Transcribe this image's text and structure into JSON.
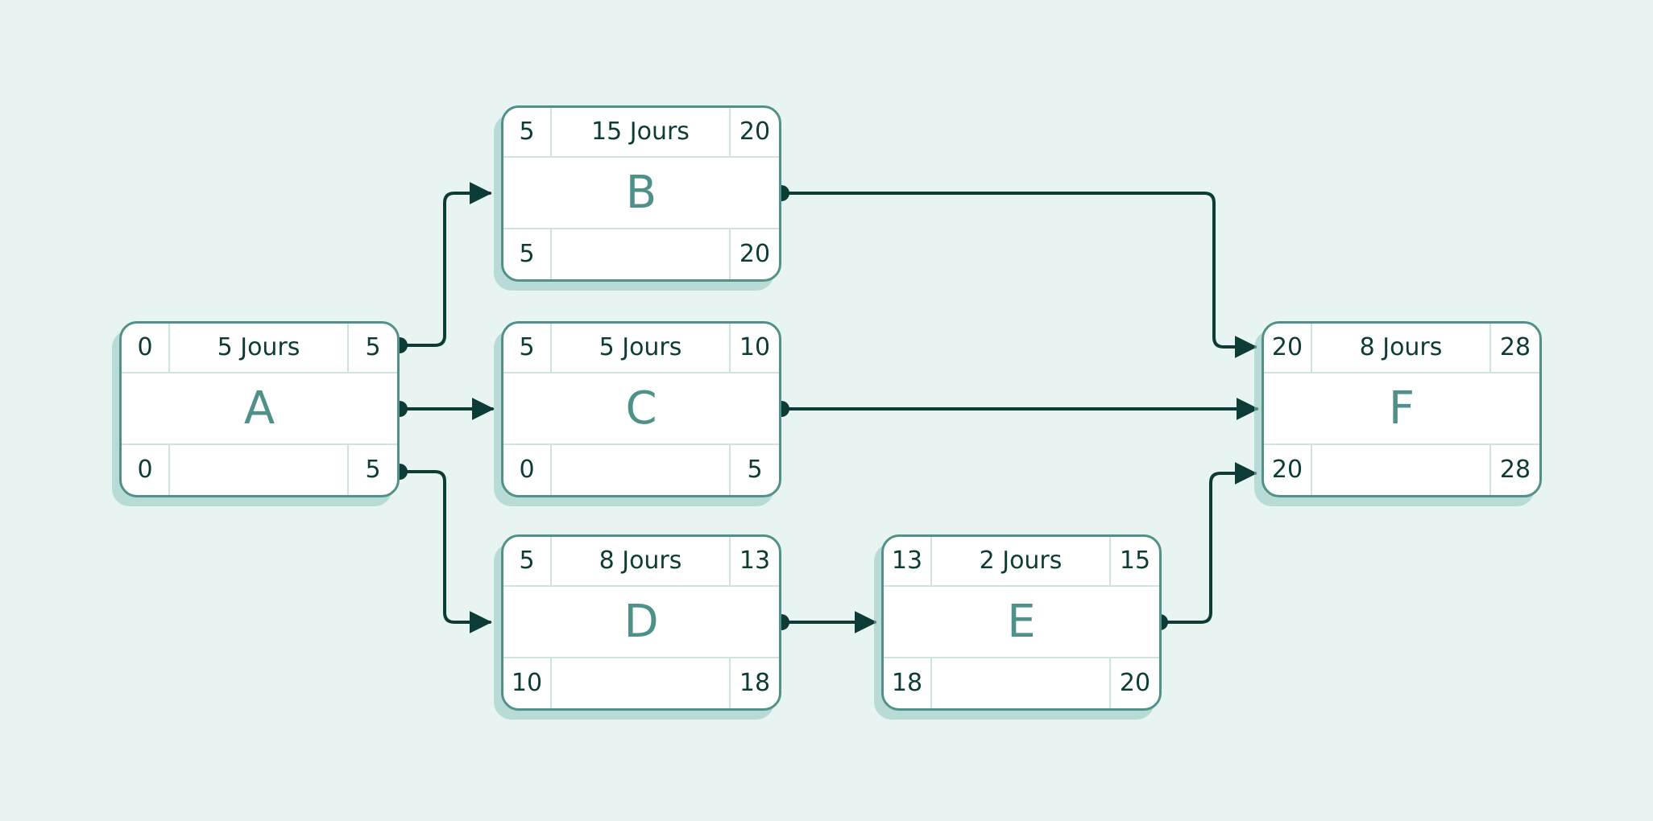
{
  "diagram": {
    "type": "pert-cpm-network",
    "background_color": "#e8f4f2",
    "node_border_color": "#52918a",
    "node_fill_color": "#ffffff",
    "letter_color": "#4f9189",
    "value_color": "#0d3b35",
    "connector_color": "#0d3b35",
    "duration_unit": "Jours"
  },
  "nodes": {
    "a": {
      "letter": "A",
      "early_start": "0",
      "duration": "5 Jours",
      "early_finish": "5",
      "late_start": "0",
      "slack": "",
      "late_finish": "5"
    },
    "b": {
      "letter": "B",
      "early_start": "5",
      "duration": "15 Jours",
      "early_finish": "20",
      "late_start": "5",
      "slack": "",
      "late_finish": "20"
    },
    "c": {
      "letter": "C",
      "early_start": "5",
      "duration": "5 Jours",
      "early_finish": "10",
      "late_start": "0",
      "slack": "",
      "late_finish": "5"
    },
    "d": {
      "letter": "D",
      "early_start": "5",
      "duration": "8 Jours",
      "early_finish": "13",
      "late_start": "10",
      "slack": "",
      "late_finish": "18"
    },
    "e": {
      "letter": "E",
      "early_start": "13",
      "duration": "2 Jours",
      "early_finish": "15",
      "late_start": "18",
      "slack": "",
      "late_finish": "20"
    },
    "f": {
      "letter": "F",
      "early_start": "20",
      "duration": "8 Jours",
      "early_finish": "28",
      "late_start": "20",
      "slack": "",
      "late_finish": "28"
    }
  },
  "edges": [
    {
      "from": "A",
      "to": "B"
    },
    {
      "from": "A",
      "to": "C"
    },
    {
      "from": "A",
      "to": "D"
    },
    {
      "from": "B",
      "to": "F"
    },
    {
      "from": "C",
      "to": "F"
    },
    {
      "from": "D",
      "to": "E"
    },
    {
      "from": "E",
      "to": "F"
    }
  ]
}
